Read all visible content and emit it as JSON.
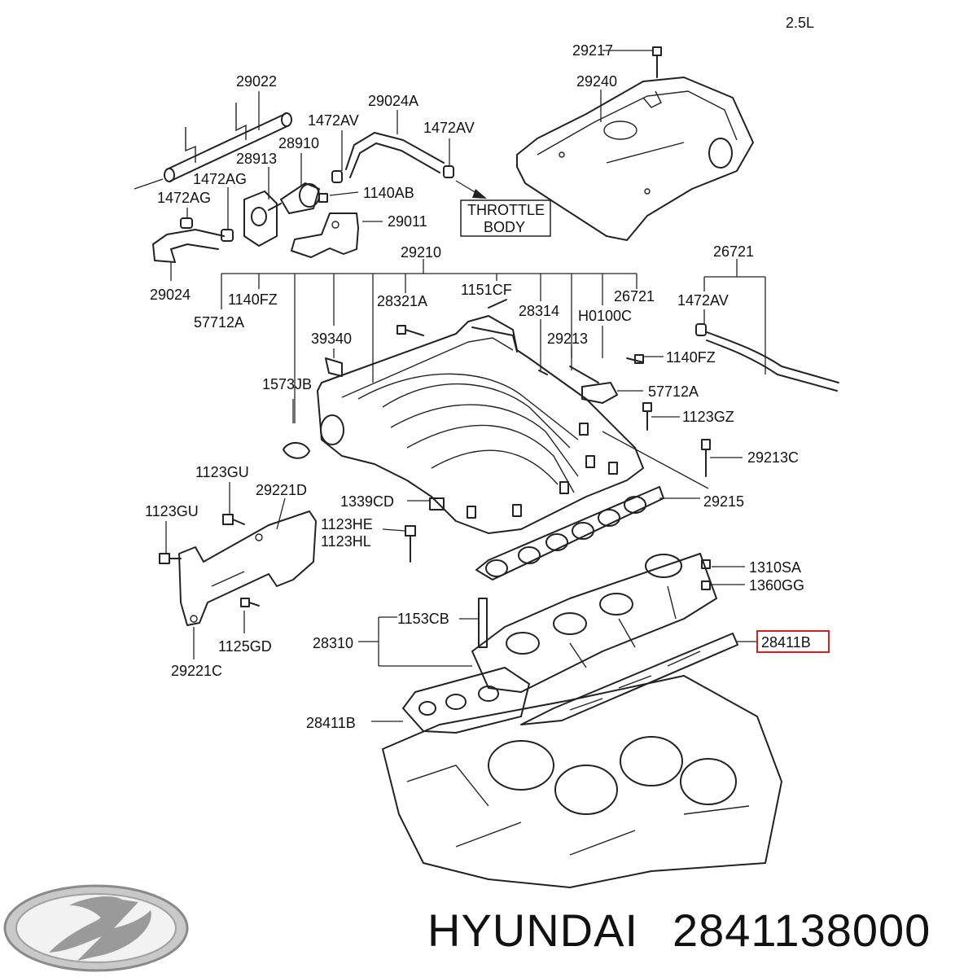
{
  "variant": "2.5L",
  "labels": {
    "l29217": "29217",
    "l29240": "29240",
    "l29022": "29022",
    "l29024A": "29024A",
    "l1472AV_a": "1472AV",
    "l1472AV_b": "1472AV",
    "l28910": "28910",
    "l28913": "28913",
    "l1472AG_a": "1472AG",
    "l1472AG_b": "1472AG",
    "l1140AB": "1140AB",
    "l29011": "29011",
    "throttle_line1": "THROTTLE",
    "throttle_line2": "BODY",
    "l29024": "29024",
    "l29210": "29210",
    "l26721_a": "26721",
    "l1140FZ_a": "1140FZ",
    "l57712A_a": "57712A",
    "l28321A": "28321A",
    "l1151CF": "1151CF",
    "l28314": "28314",
    "l26721_b": "26721",
    "lH0100C": "H0100C",
    "l1472AV_c": "1472AV",
    "l39340": "39340",
    "l29213": "29213",
    "l1140FZ_b": "1140FZ",
    "l1573JB": "1573JB",
    "l57712A_b": "57712A",
    "l1123GZ": "1123GZ",
    "l29213C": "29213C",
    "l1123GU_a": "1123GU",
    "l29221D": "29221D",
    "l1123GU_b": "1123GU",
    "l1339CD": "1339CD",
    "l29215": "29215",
    "l1123HE": "1123HE",
    "l1123HL": "1123HL",
    "l1310SA": "1310SA",
    "l1360GG": "1360GG",
    "l1153CB": "1153CB",
    "l28310": "28310",
    "l28411B_highlight": "28411B",
    "l1125GD": "1125GD",
    "l29221C": "29221C",
    "l28411B": "28411B"
  },
  "footer": {
    "brand": "HYUNDAI",
    "part_number": "2841138000"
  },
  "colors": {
    "highlight_box": "#d21f1f",
    "line": "#222222",
    "logo": "#9a9a9a"
  },
  "icons": {
    "logo": "hyundai-logo-icon"
  }
}
